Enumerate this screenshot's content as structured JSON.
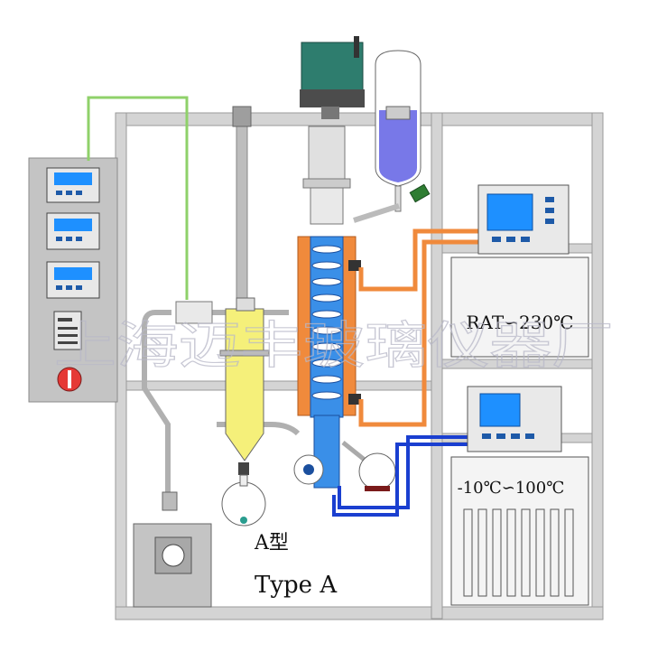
{
  "labels": {
    "model_cn": "A型",
    "model_en": "Type A",
    "heater_range": "RAT∽230℃",
    "chiller_range": "-10℃∽100℃"
  },
  "watermark": "上海迈丰玻璃仪器厂",
  "colors": {
    "frame": "#cfcfcf",
    "control_box": "#c8c8c8",
    "display": "#1e90ff",
    "heating_line": "#f08a3c",
    "cooling_line": "#1a3fd0",
    "sensor_line": "#8fd16a",
    "motor": "#2e7d6e",
    "feed_liquid": "#7878e8",
    "residue_liquid": "#f5f07a",
    "distillate": "#3a7fd8",
    "switch": "#e53935"
  },
  "icons": [
    "control-panel",
    "motor",
    "feed-funnel",
    "evaporator-column",
    "vacuum-pump",
    "heater-bath",
    "chiller"
  ]
}
